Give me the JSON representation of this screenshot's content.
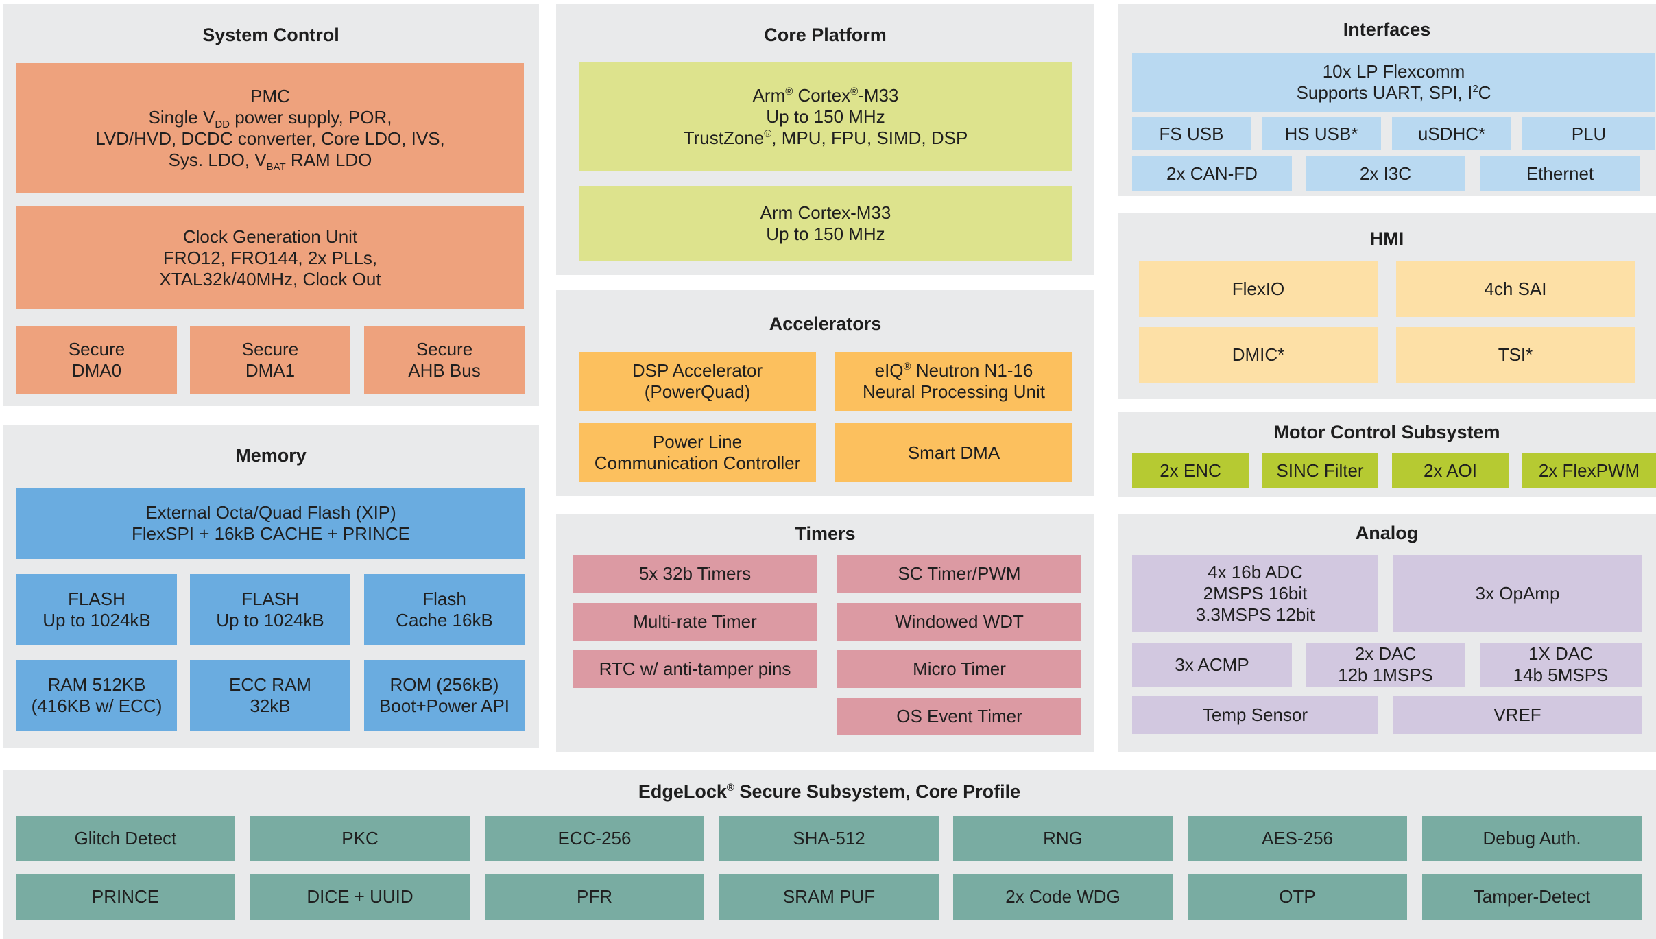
{
  "system_control": {
    "title": "System Control",
    "pmc": {
      "title": "PMC",
      "line1_pre": "Single V",
      "line1_sub": "DD",
      "line1_post": " power supply, POR,",
      "line2": "LVD/HVD, DCDC converter, Core LDO, IVS,",
      "line3_pre": "Sys. LDO, V",
      "line3_sub": "BAT",
      "line3_post": " RAM LDO"
    },
    "cgu": {
      "line1": "Clock Generation Unit",
      "line2": "FRO12, FRO144, 2x PLLs,",
      "line3": "XTAL32k/40MHz, Clock Out"
    },
    "secure_dma0": {
      "line1": "Secure",
      "line2": "DMA0"
    },
    "secure_dma1": {
      "line1": "Secure",
      "line2": "DMA1"
    },
    "secure_ahb": {
      "line1": "Secure",
      "line2": "AHB Bus"
    }
  },
  "core_platform": {
    "title": "Core Platform",
    "core1": {
      "l1a": "Arm",
      "l1sup1": "®",
      "l1b": " Cortex",
      "l1sup2": "®",
      "l1c": "-M33",
      "l2": "Up to 150  MHz",
      "l3a": "TrustZone",
      "l3sup": "®",
      "l3b": ", MPU, FPU, SIMD, DSP"
    },
    "core2": {
      "line1": "Arm Cortex-M33",
      "line2": "Up to 150  MHz"
    }
  },
  "interfaces": {
    "title": "Interfaces",
    "flexcomm": {
      "line1": "10x LP Flexcomm",
      "line2a": "Supports UART, SPI, I",
      "line2sup": "2",
      "line2b": "C"
    },
    "row1": [
      "FS USB",
      "HS USB*",
      "uSDHC*",
      "PLU"
    ],
    "row2": [
      "2x CAN-FD",
      "2x I3C",
      "Ethernet"
    ]
  },
  "hmi": {
    "title": "HMI",
    "items": [
      "FlexIO",
      "4ch SAI",
      "DMIC*",
      "TSI*"
    ]
  },
  "accelerators": {
    "title": "Accelerators",
    "dsp": {
      "line1": "DSP Accelerator",
      "line2": "(PowerQuad)"
    },
    "eiq": {
      "l1a": "eIQ",
      "l1sup": "®",
      "l1b": " Neutron N1-16",
      "line2": "Neural Processing Unit"
    },
    "plc": {
      "line1": "Power Line",
      "line2": "Communication Controller"
    },
    "smart_dma": "Smart DMA"
  },
  "motor_control": {
    "title": "Motor Control Subsystem",
    "items": [
      "2x ENC",
      "SINC Filter",
      "2x AOI",
      "2x FlexPWM"
    ]
  },
  "memory": {
    "title": "Memory",
    "ext_flash": {
      "line1": "External Octa/Quad Flash (XIP)",
      "line2": "FlexSPI + 16kB CACHE + PRINCE"
    },
    "flash1": {
      "line1": "FLASH",
      "line2": "Up to 1024kB"
    },
    "flash2": {
      "line1": "FLASH",
      "line2": "Up to 1024kB"
    },
    "flash_cache": {
      "line1": "Flash",
      "line2": "Cache 16kB"
    },
    "ram": {
      "line1": "RAM 512KB",
      "line2": "(416KB w/ ECC)"
    },
    "ecc_ram": {
      "line1": "ECC RAM",
      "line2": "32kB"
    },
    "rom": {
      "line1": "ROM (256kB)",
      "line2": "Boot+Power API"
    }
  },
  "timers": {
    "title": "Timers",
    "left": [
      "5x 32b Timers",
      "Multi-rate Timer",
      "RTC w/ anti-tamper pins"
    ],
    "right": [
      "SC Timer/PWM",
      "Windowed WDT",
      "Micro Timer",
      "OS Event Timer"
    ]
  },
  "analog": {
    "title": "Analog",
    "adc": {
      "line1": "4x 16b ADC",
      "line2": "2MSPS 16bit",
      "line3": "3.3MSPS 12bit"
    },
    "opamp": "3x OpAmp",
    "acmp": "3x ACMP",
    "dac1": {
      "line1": "2x DAC",
      "line2": "12b 1MSPS"
    },
    "dac2": {
      "line1": "1X DAC",
      "line2": "14b 5MSPS"
    },
    "temp": "Temp Sensor",
    "vref": "VREF"
  },
  "edgelock": {
    "title_a": "EdgeLock",
    "title_sup": "®",
    "title_b": " Secure Subsystem, Core Profile",
    "row1": [
      "Glitch Detect",
      "PKC",
      "ECC-256",
      "SHA-512",
      "RNG",
      "AES-256",
      "Debug Auth."
    ],
    "row2": [
      "PRINCE",
      "DICE + UUID",
      "PFR",
      "SRAM PUF",
      "2x Code WDG",
      "OTP",
      "Tamper-Detect"
    ]
  },
  "colors": {
    "panel_bg": "#e9eaeb",
    "orange": "#eea27d",
    "lime": "#dde38d",
    "amber": "#fcc05e",
    "pink": "#dc9aa3",
    "blue": "#6aace0",
    "light_blue": "#b9d9f1",
    "cream": "#fde0a6",
    "green": "#b6ca32",
    "lavender": "#d2c8e0",
    "teal": "#79aca2"
  }
}
